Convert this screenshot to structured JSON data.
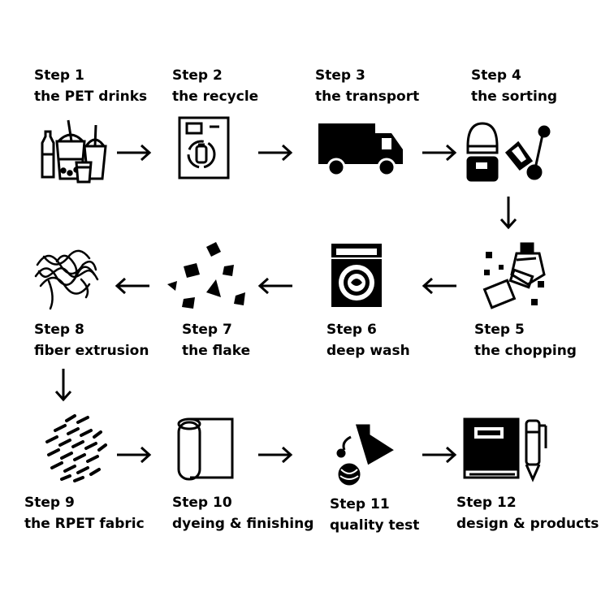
{
  "steps": [
    {
      "step": "Step 1",
      "name": "the PET drinks",
      "icon": "drinks-icon"
    },
    {
      "step": "Step 2",
      "name": "the recycle",
      "icon": "recycle-machine-icon"
    },
    {
      "step": "Step 3",
      "name": "the transport",
      "icon": "truck-icon"
    },
    {
      "step": "Step 4",
      "name": "the sorting",
      "icon": "sorting-icon"
    },
    {
      "step": "Step 5",
      "name": "the chopping",
      "icon": "chopping-icon"
    },
    {
      "step": "Step 6",
      "name": "deep wash",
      "icon": "washing-machine-icon"
    },
    {
      "step": "Step 7",
      "name": "the flake",
      "icon": "flake-icon"
    },
    {
      "step": "Step 8",
      "name": "fiber extrusion",
      "icon": "fiber-icon"
    },
    {
      "step": "Step 9",
      "name": "the RPET fabric",
      "icon": "fabric-icon"
    },
    {
      "step": "Step 10",
      "name": "dyeing & finishing",
      "icon": "fabric-roll-icon"
    },
    {
      "step": "Step 11",
      "name": "quality test",
      "icon": "quality-test-icon"
    },
    {
      "step": "Step 12",
      "name": "design & products",
      "icon": "design-products-icon"
    }
  ],
  "colors": {
    "ink": "#000000",
    "background": "#ffffff"
  }
}
